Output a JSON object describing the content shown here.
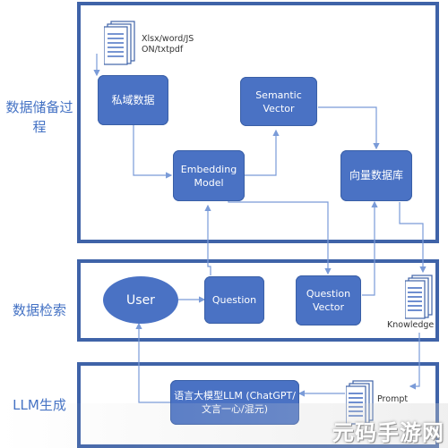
{
  "sections": {
    "storage": "数据储备过程",
    "retrieval": "数据检索",
    "generation": "LLM生成"
  },
  "nodes": {
    "private_data": "私域数据",
    "embedding_model": "Embedding Model",
    "semantic_vector": "Semantic Vector",
    "vector_db": "向量数据库",
    "user": "User",
    "question": "Question",
    "question_vector": "Question Vector",
    "llm": "语言大模型LLM (ChatGPT/文言一心/混元)"
  },
  "docs": {
    "formats": "Xlsx/word/JSON/txtpdf",
    "knowledge": "Knowledge",
    "prompt": "Prompt"
  },
  "watermark": "元码手游网",
  "colors": {
    "panel_border": "#3f63a8",
    "node_fill": "#4a72c4",
    "label_text": "#4472c4",
    "arrow": "#7a9bd8"
  }
}
